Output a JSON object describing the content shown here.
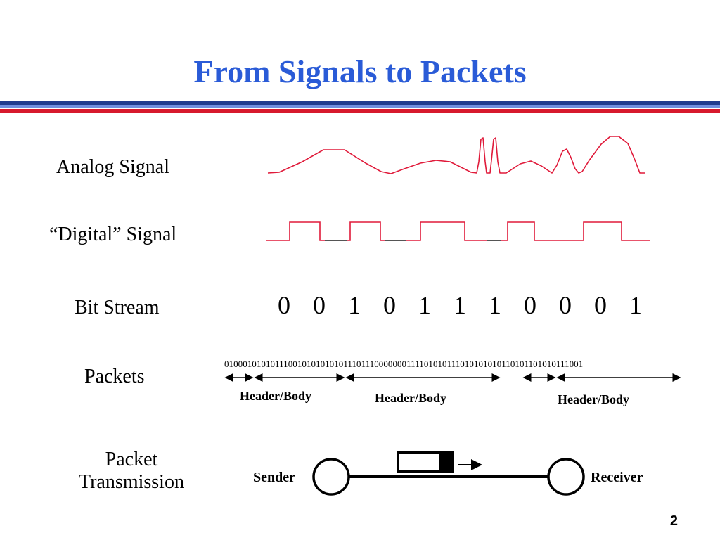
{
  "slide": {
    "title": "From Signals to Packets",
    "page_number": "2",
    "colors": {
      "title": "#2a5bd7",
      "signal": "#e01a3a",
      "stripe_blue": "#1f3c8f",
      "stripe_red": "#d7192d"
    }
  },
  "rows": {
    "analog_label": "Analog Signal",
    "digital_label": "“Digital” Signal",
    "bitstream_label": "Bit Stream",
    "packets_label": "Packets",
    "transmission_label_line1": "Packet",
    "transmission_label_line2": "Transmission"
  },
  "bit_stream": {
    "bits": [
      "0",
      "0",
      "1",
      "0",
      "1",
      "1",
      "1",
      "0",
      "0",
      "0",
      "1"
    ]
  },
  "packets": {
    "binary_string": "0100010101011100101010101011101110000000111101010111010101010110101101010111001",
    "segment_labels": [
      "Header/Body",
      "Header/Body",
      "Header/Body"
    ]
  },
  "transmission": {
    "sender_label": "Sender",
    "receiver_label": "Receiver"
  }
}
